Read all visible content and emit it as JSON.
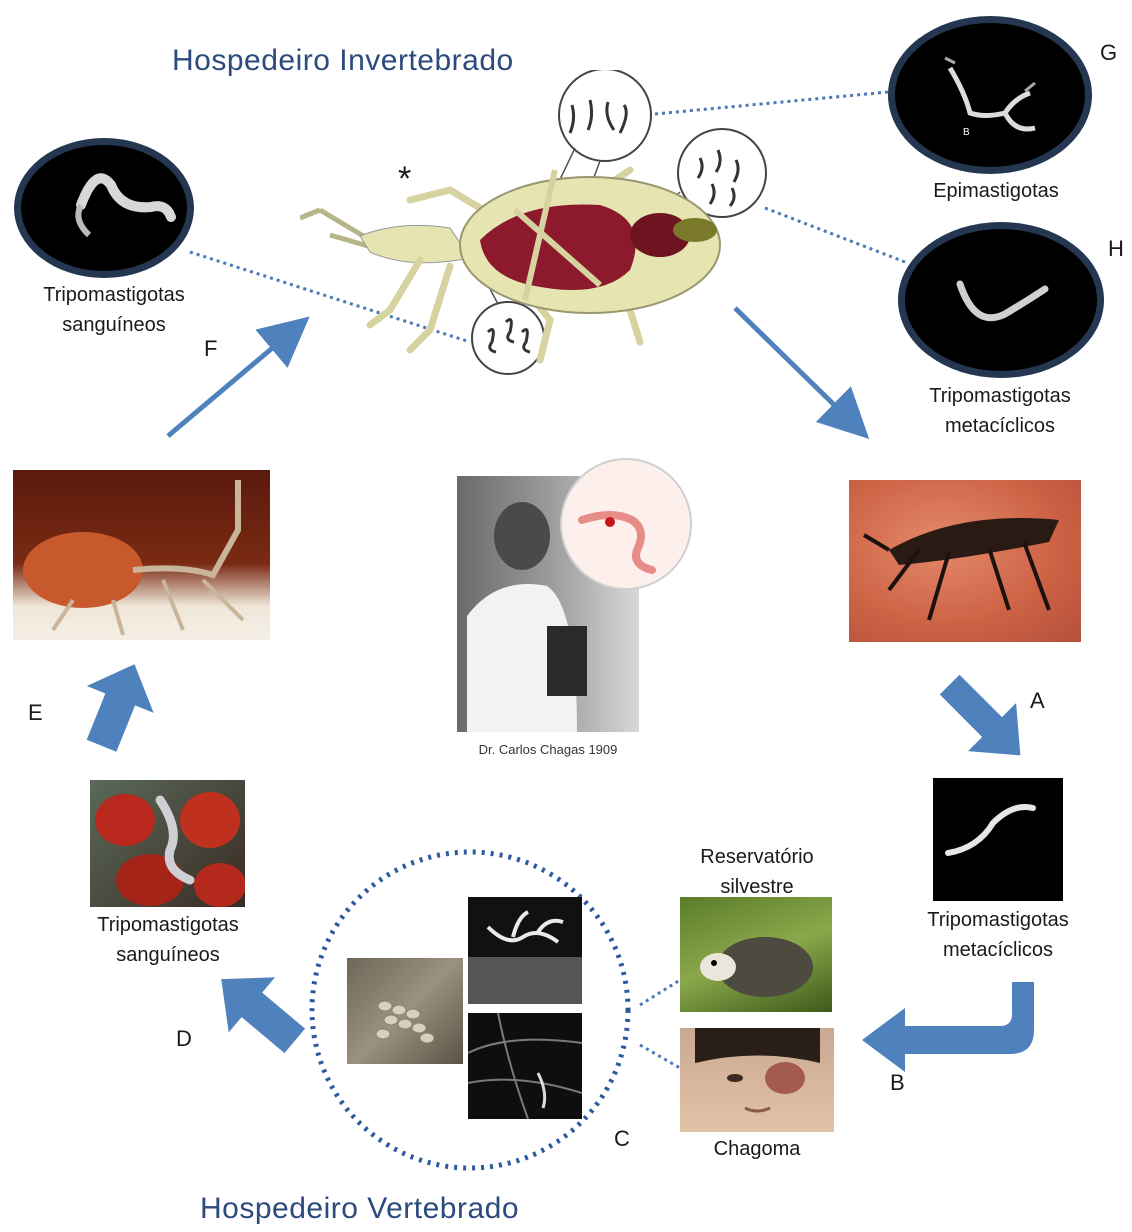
{
  "titles": {
    "invertebrate_host": "Hospedeiro Invertebrado",
    "vertebrate_host": "Hospedeiro Vertebrado"
  },
  "labels": {
    "tripo_sang_top": [
      "Tripomastigotas",
      "sanguíneos"
    ],
    "epimastigotas": "Epimastigotas",
    "tripo_meta_top": [
      "Tripomastigotas",
      "metacíclicos"
    ],
    "tripo_meta_bottom": [
      "Tripomastigotas",
      "metacíclicos"
    ],
    "tripo_sang_bottom": [
      "Tripomastigotas",
      "sanguíneos"
    ],
    "reservatorio": [
      "Reservatório",
      "silvestre"
    ],
    "chagoma": "Chagoma",
    "chagas_caption": "Dr. Carlos Chagas 1909",
    "asterisk": "*",
    "epi_letter_b": "B"
  },
  "stages": [
    "A",
    "B",
    "C",
    "D",
    "E",
    "F",
    "G",
    "H"
  ],
  "colors": {
    "title_blue": "#2c4a7c",
    "arrow_blue": "#4f81bd",
    "dotted_blue": "#4a78b8",
    "oval_border": "#243650",
    "insect_body": "#e6e4b0",
    "insect_gut": "#8c1a2c"
  },
  "icons": [
    "kissing-bug-diagram",
    "trypanosome-oval",
    "microscope-portrait",
    "triatomine-photo",
    "opossum-photo",
    "child-photo",
    "cell-micrographs"
  ]
}
